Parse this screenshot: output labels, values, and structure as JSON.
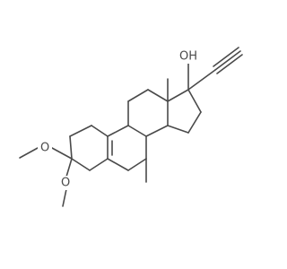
{
  "molecule": {
    "atom_labels": {
      "hydroxyl": "OH",
      "methoxy_upper": "O",
      "methoxy_lower": "O"
    },
    "bond_color": "#4a4a4a",
    "background_color": "#ffffff"
  }
}
